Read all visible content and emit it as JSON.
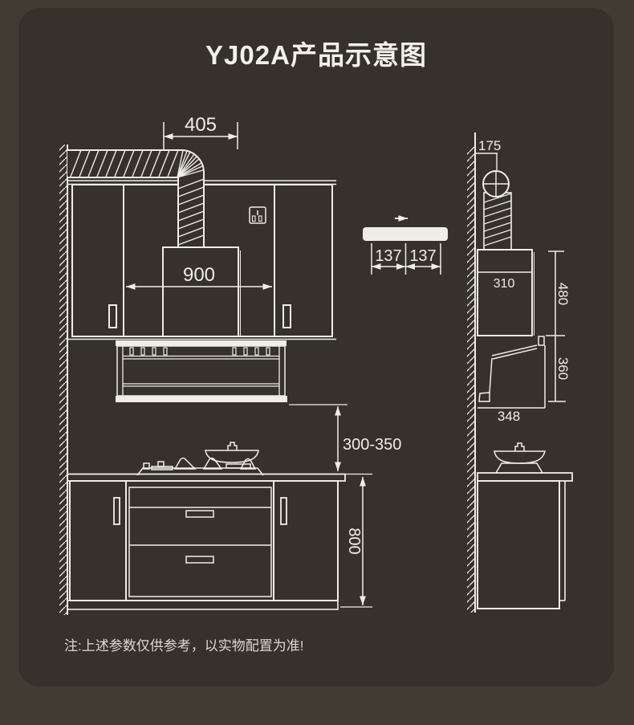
{
  "title": "YJ02A产品示意图",
  "note": "注:上述参数仅供参考，以实物配置为准!",
  "colors": {
    "background": "#423b33",
    "card": "#36312b",
    "line": "#f0ede7"
  },
  "front_view": {
    "dims": {
      "duct_width": "405",
      "hood_width": "900",
      "hood_clearance": "300-350",
      "base_height": "800"
    }
  },
  "plan_view": {
    "dims": {
      "left_half": "137",
      "right_half": "137"
    }
  },
  "side_view": {
    "dims": {
      "wall_offset": "175",
      "top_depth": "310",
      "upper_height": "480",
      "hood_height": "360",
      "hood_depth": "348"
    }
  }
}
